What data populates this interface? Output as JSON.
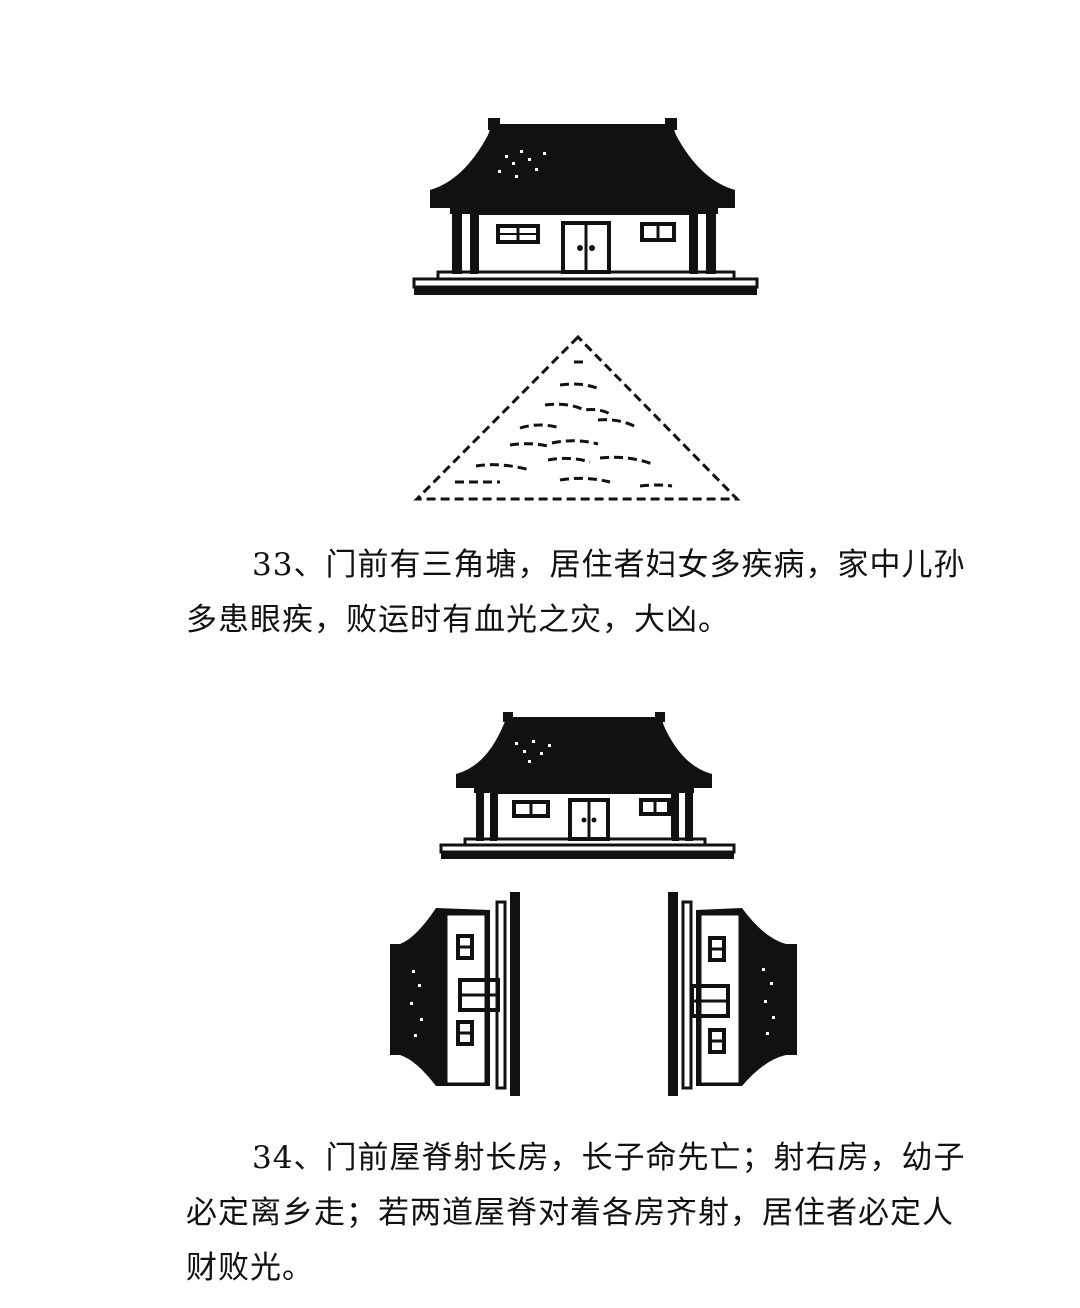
{
  "sections": [
    {
      "number": "33",
      "lines": [
        "33、门前有三角塘，居住者妇女多疾病，家中儿孙",
        "多患眼疾，败运时有血光之灾，大凶。"
      ]
    },
    {
      "number": "34",
      "lines": [
        "34、门前屋脊射长房，长子命先亡；射右房，幼子",
        "必定离乡走；若两道屋脊对着各房齐射，居住者必定人",
        "财败光。"
      ]
    }
  ],
  "colors": {
    "ink": "#111111",
    "paper": "#ffffff"
  }
}
